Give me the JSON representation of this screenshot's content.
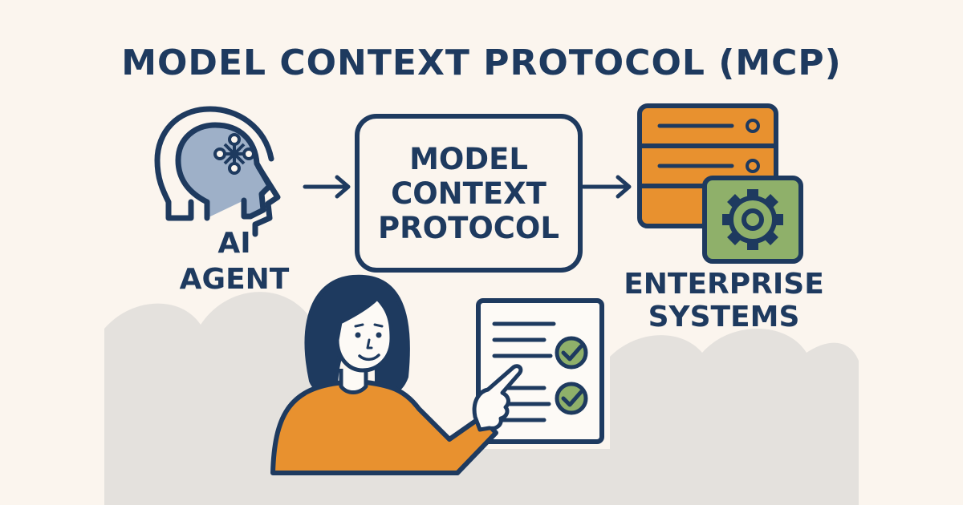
{
  "title": "MODEL CONTEXT PROTOCOL (MCP)",
  "agent": {
    "label_line1": "AI",
    "label_line2": "AGENT",
    "icon": "head-with-network-icon"
  },
  "protocol": {
    "label_line1": "MODEL",
    "label_line2": "CONTEXT",
    "label_line3": "PROTOCOL"
  },
  "enterprise": {
    "label_line1": "ENTERPRISE",
    "label_line2": "SYSTEMS",
    "icons": [
      "server-icon",
      "gear-icon"
    ]
  },
  "checklist": {
    "icon": "checklist-icon"
  },
  "person": {
    "icon": "pointing-person-icon"
  },
  "colors": {
    "background": "#fbf5ee",
    "navy": "#1e3a5f",
    "orange": "#e8912f",
    "green": "#8fb06a",
    "slate_blue": "#9eb0c8",
    "cloud_gray": "#e4e1dd"
  }
}
